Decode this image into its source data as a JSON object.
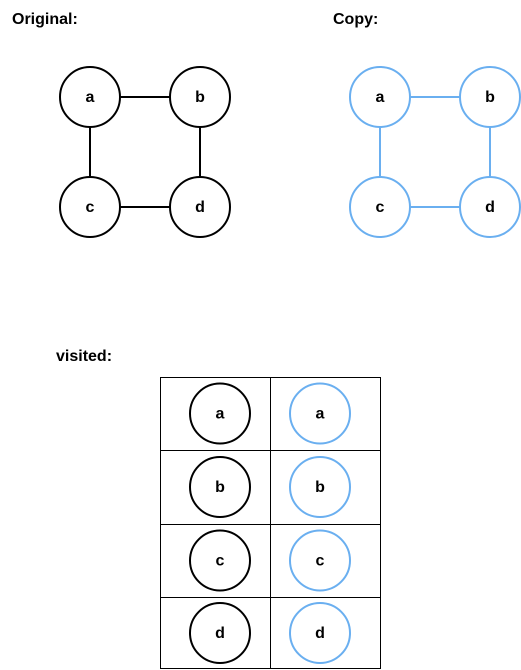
{
  "labels": {
    "original": "Original:",
    "copy": "Copy:",
    "visited": "visited:"
  },
  "colors": {
    "original": "#000000",
    "copy": "#6aaff0",
    "table_border": "#000000"
  },
  "graphs": {
    "original": {
      "nodes": [
        "a",
        "b",
        "c",
        "d"
      ],
      "edges": [
        [
          "a",
          "b"
        ],
        [
          "a",
          "c"
        ],
        [
          "b",
          "d"
        ],
        [
          "c",
          "d"
        ]
      ]
    },
    "copy": {
      "nodes": [
        "a",
        "b",
        "c",
        "d"
      ],
      "edges": [
        [
          "a",
          "b"
        ],
        [
          "a",
          "c"
        ],
        [
          "b",
          "d"
        ],
        [
          "c",
          "d"
        ]
      ]
    }
  },
  "visited": {
    "rows": [
      {
        "original": "a",
        "copy": "a"
      },
      {
        "original": "b",
        "copy": "b"
      },
      {
        "original": "c",
        "copy": "c"
      },
      {
        "original": "d",
        "copy": "d"
      }
    ]
  }
}
